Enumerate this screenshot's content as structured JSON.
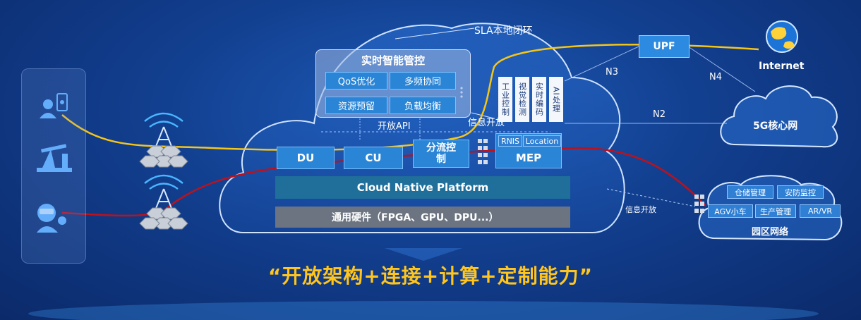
{
  "sla_label": "SLA本地闭环",
  "control_panel": {
    "title": "实时智能管控",
    "items": [
      "QoS优化",
      "多频协同",
      "资源预留",
      "负载均衡"
    ]
  },
  "open_api_label": "开放API",
  "info_open_label_1": "信息开放",
  "info_open_label_2": "信息开放",
  "apps": [
    "工业控制",
    "视觉检测",
    "实时编码",
    "AI处理"
  ],
  "du_label": "DU",
  "cu_label": "CU",
  "split_label": "分流控制",
  "mep": {
    "label": "MEP",
    "rnis": "RNIS",
    "location": "Location"
  },
  "platform_label": "Cloud Native Platform",
  "hardware_label": "通用硬件（FPGA、GPU、DPU...）",
  "upf_label": "UPF",
  "internet_label": "Internet",
  "core_label": "5G核心网",
  "n3_label": "N3",
  "n4_label": "N4",
  "n2_label": "N2",
  "campus": {
    "title": "园区网络",
    "items": [
      "仓储管理",
      "安防监控",
      "AGV小车",
      "生产管理",
      "AR/VR"
    ]
  },
  "slogan": "“开放架构+连接+计算+定制能力”",
  "colors": {
    "yellow_line": "#f5c518",
    "red_line": "#c0101a",
    "tile_blue": "#2a85d6",
    "platform_teal": "#1f6f9a"
  },
  "icons": [
    "user-phone-icon",
    "oil-pump-icon",
    "vr-user-icon",
    "antenna-icon",
    "globe-icon",
    "server-icon",
    "gateway-icon"
  ]
}
